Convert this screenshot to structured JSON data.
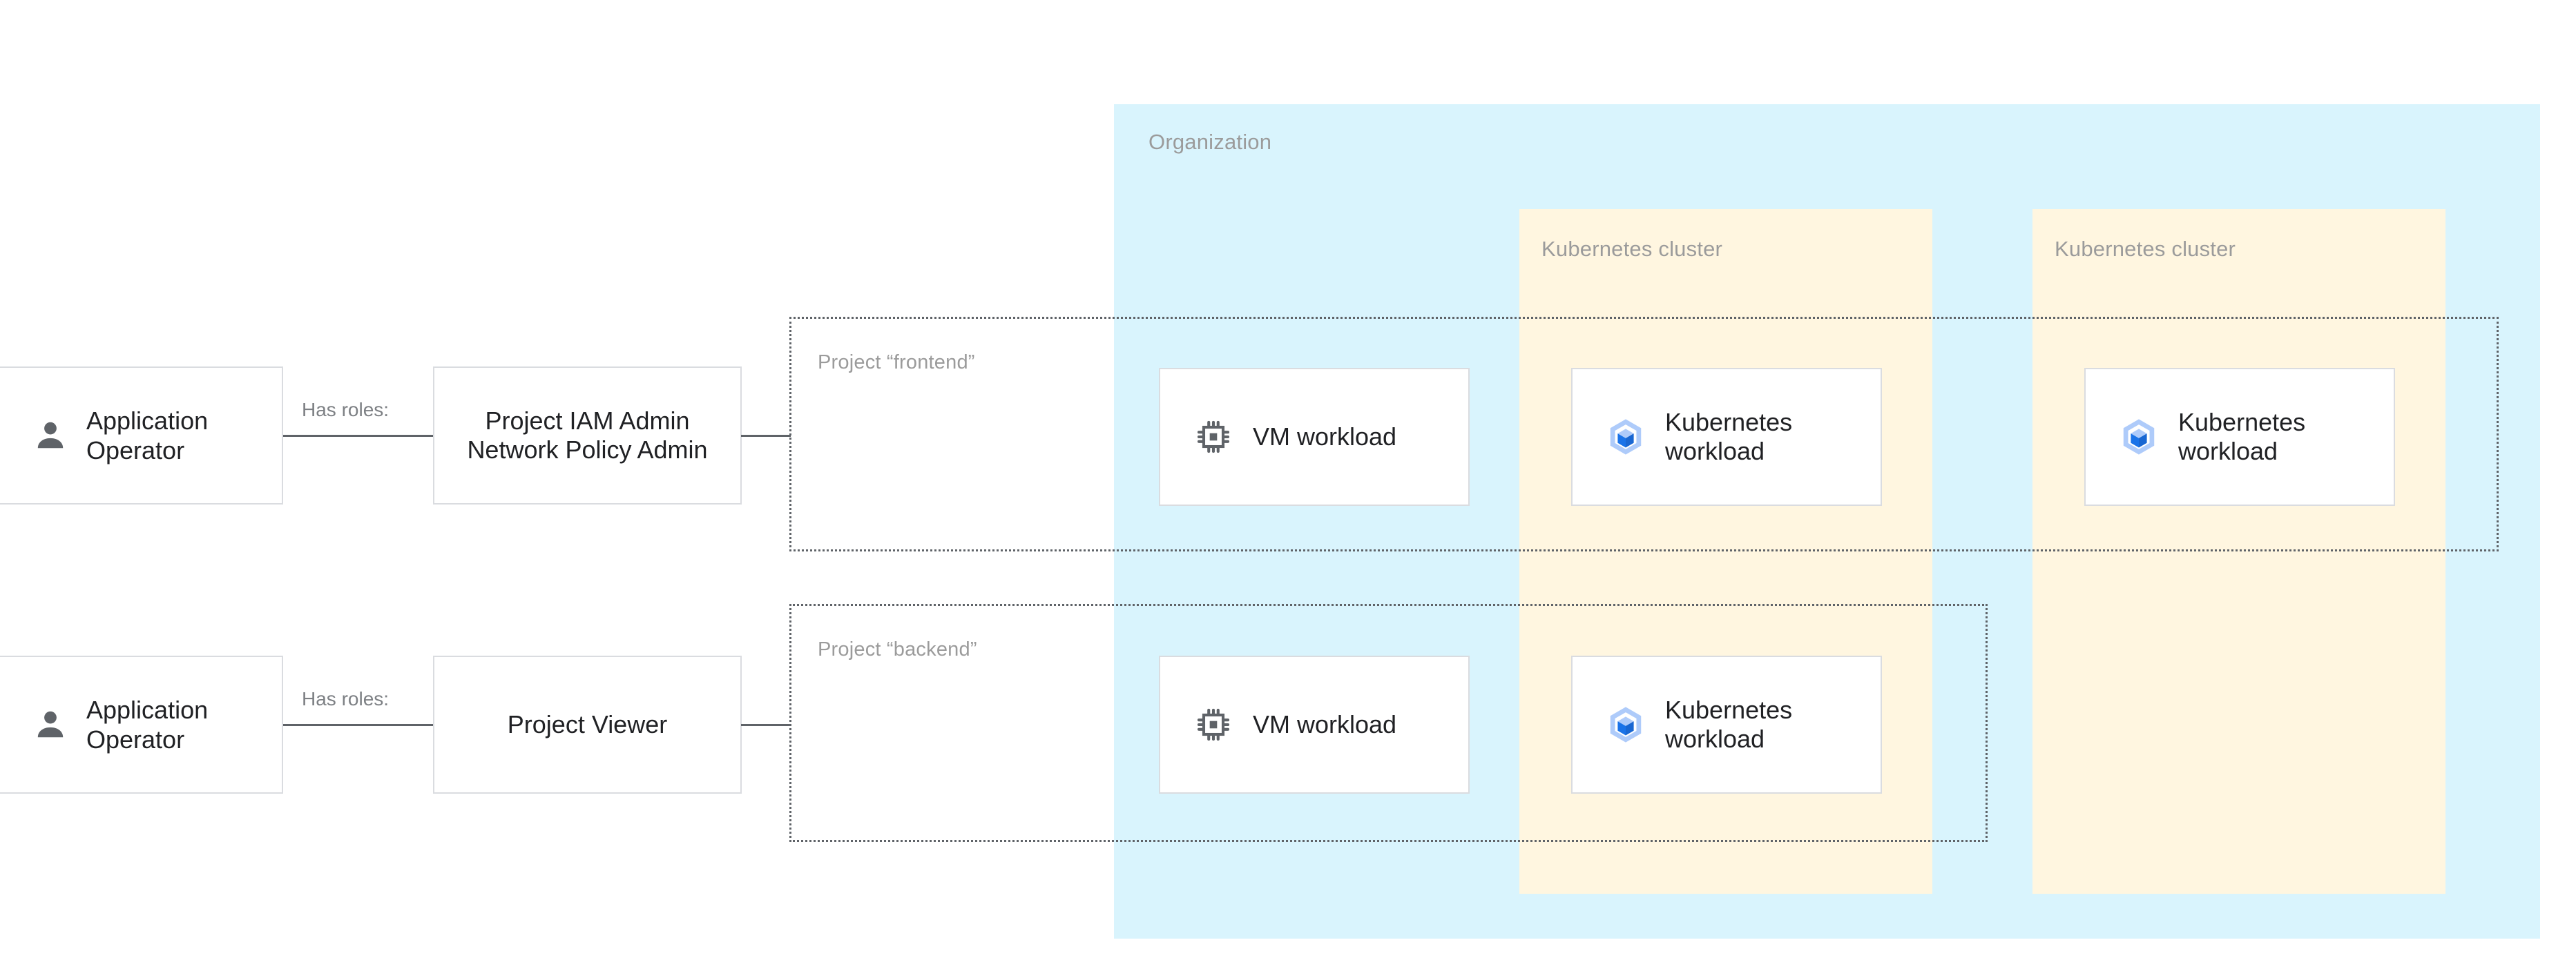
{
  "diagram": {
    "organization": {
      "label": "Organization",
      "bg_color": "#d9f4fd"
    },
    "clusters": [
      {
        "label": "Kubernetes cluster",
        "bg_color": "#fff6e0"
      },
      {
        "label": "Kubernetes cluster",
        "bg_color": "#fff6e0"
      }
    ],
    "projects": [
      {
        "label": "Project “frontend”"
      },
      {
        "label": "Project “backend”"
      }
    ],
    "rows": [
      {
        "actor": {
          "label": "Application Operator",
          "icon": "person-icon"
        },
        "edge_label": "Has roles:",
        "role": {
          "label": "Project IAM Admin Network Policy Admin"
        },
        "workloads": [
          {
            "label": "VM workload",
            "icon": "cpu-chip-icon"
          },
          {
            "label": "Kubernetes workload",
            "icon": "kubernetes-hexagon-icon"
          },
          {
            "label": "Kubernetes workload",
            "icon": "kubernetes-hexagon-icon"
          }
        ]
      },
      {
        "actor": {
          "label": "Application Operator",
          "icon": "person-icon"
        },
        "edge_label": "Has roles:",
        "role": {
          "label": "Project Viewer"
        },
        "workloads": [
          {
            "label": "VM workload",
            "icon": "cpu-chip-icon"
          },
          {
            "label": "Kubernetes workload",
            "icon": "kubernetes-hexagon-icon"
          }
        ]
      }
    ],
    "colors": {
      "organization_fill": "#d9f4fd",
      "cluster_fill": "#fff6e0",
      "card_border": "#dadce0",
      "connector": "#5f6368",
      "muted_text": "#9b9b9b",
      "body_text": "#202124",
      "kubernetes_blue": "#4285f4",
      "kubernetes_light_blue": "#aecbfa"
    }
  }
}
